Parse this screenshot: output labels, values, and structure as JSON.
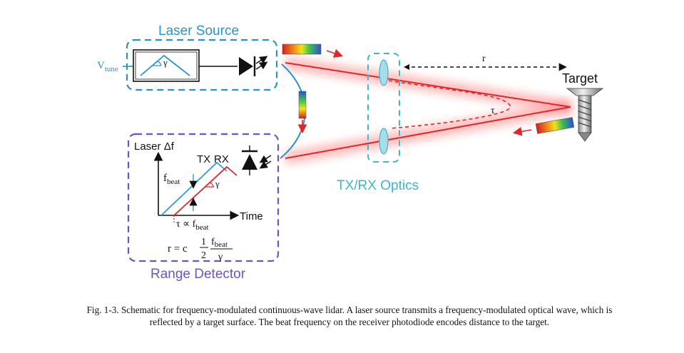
{
  "labels": {
    "laser_source": "Laser Source",
    "range_detector": "Range Detector",
    "tx_rx_optics": "TX/RX Optics",
    "target": "Target",
    "v_tune_main": "V",
    "v_tune_sub": "tune",
    "gamma": "γ",
    "range_r": "r",
    "tau": "τ",
    "laser_delta_f": "Laser Δf",
    "tx": "TX",
    "rx": "RX",
    "time": "Time",
    "f_beat_main": "f",
    "f_beat_sub": "beat",
    "tau_prop": "τ ∝ f",
    "tau_prop_sub": "beat",
    "formula_lhs": "r = c",
    "formula_one": "1",
    "formula_two": "2",
    "formula_fbeat": "f",
    "formula_fbeat_sub": "beat",
    "formula_gamma": "γ"
  },
  "caption": {
    "text": "Fig. 1-3.  Schematic for frequency-modulated continuous-wave lidar. A laser source transmits a frequency-modulated optical wave, which is reflected by a target surface. The beat frequency on the receiver photodiode encodes distance to the target."
  },
  "colors": {
    "laser_blue": "#2a93c9",
    "detector_purple": "#6b55c6",
    "optics_cyan": "#3fb6c9",
    "beam_red": "#e0262b",
    "tx_blue": "#3399dd",
    "rx_red": "#e0262b"
  }
}
